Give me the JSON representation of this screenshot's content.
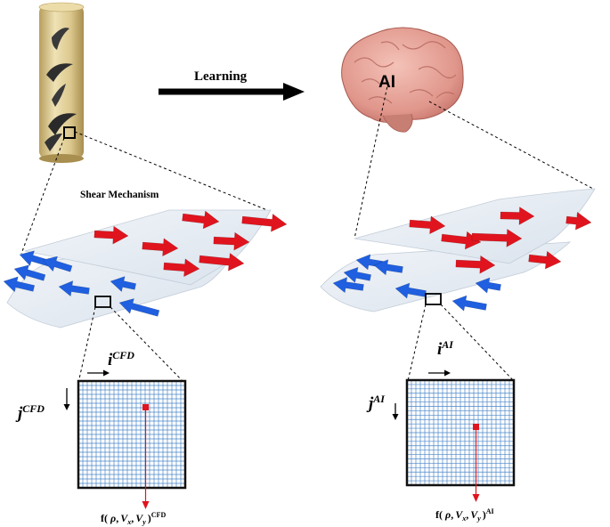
{
  "labels": {
    "learning": "Learning",
    "shear": "Shear Mechanism",
    "ai_brain": "AI"
  },
  "left_panel": {
    "i_base": "i",
    "i_sup": "CFD",
    "j_base": "j",
    "j_sup": "CFD",
    "func_prefix": "f( ",
    "rho": "ρ",
    "comma": ",",
    "v": "V",
    "vx_sub": "x",
    "vy_sub": "y",
    "func_close": ")",
    "func_sup": "CFD"
  },
  "right_panel": {
    "i_base": "i",
    "i_sup": "AI",
    "j_base": "j",
    "j_sup": "AI",
    "func_prefix": "f( ",
    "rho": "ρ",
    "comma": ",",
    "v": "V",
    "vx_sub": "x",
    "vy_sub": "y",
    "func_close": ")",
    "func_sup": "AI"
  },
  "colors": {
    "red_arrow": "#e0141e",
    "blue_arrow": "#1f5fe0",
    "sheet": "#e6ecf3",
    "grid_line": "#4a86c8",
    "brain": "#e8a39a",
    "cylinder": "#d7c58f"
  }
}
